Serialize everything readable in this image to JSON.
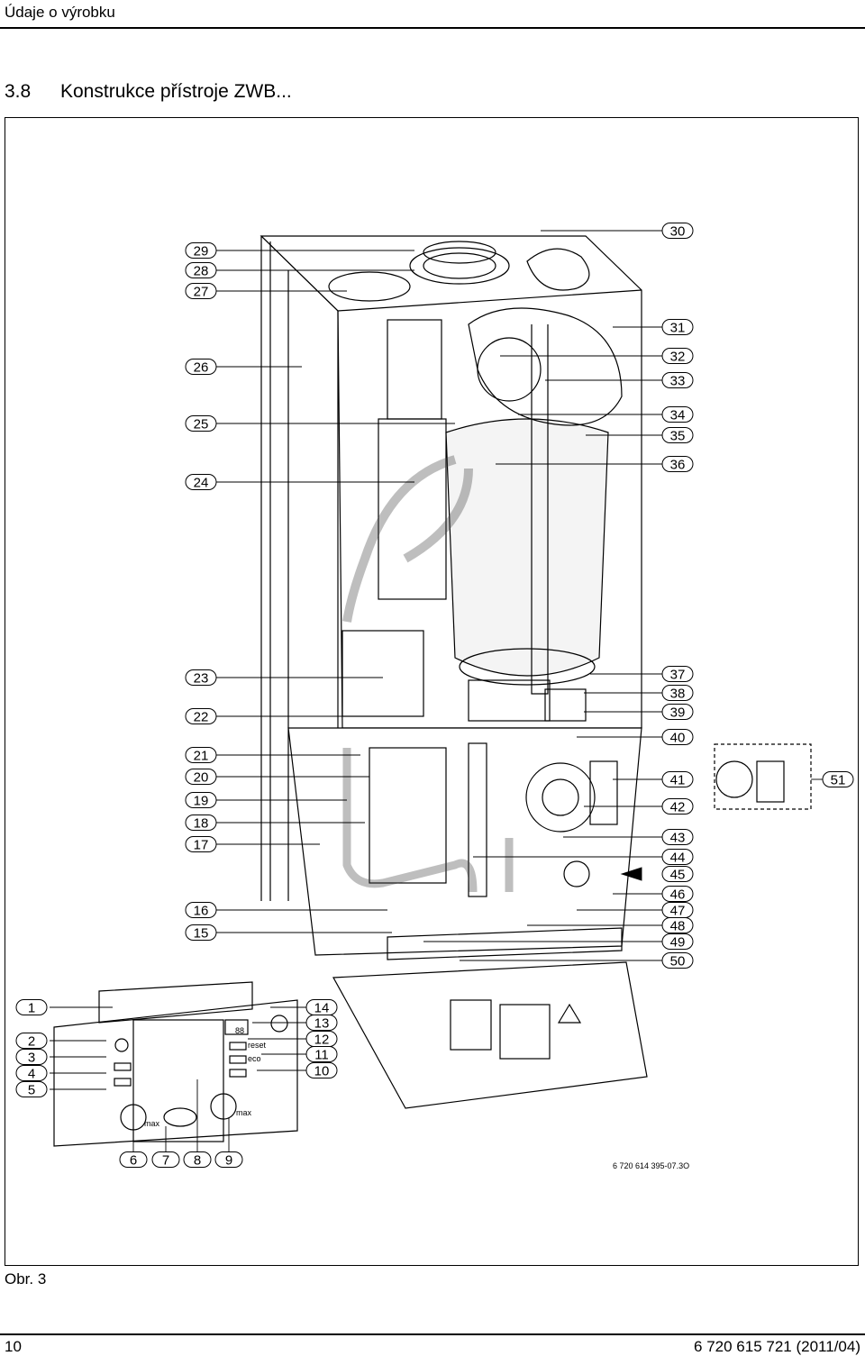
{
  "header": {
    "title": "Údaje o výrobku"
  },
  "section": {
    "number": "3.8",
    "title": "Konstrukce přístroje ZWB..."
  },
  "figure": {
    "caption": "Obr. 3",
    "image_code": "6 720 614 395-07.3O",
    "callouts_left": [
      "29",
      "28",
      "27",
      "26",
      "25",
      "24",
      "23",
      "22",
      "21",
      "20",
      "19",
      "18",
      "17",
      "16",
      "15"
    ],
    "callouts_right": [
      "30",
      "31",
      "32",
      "33",
      "34",
      "35",
      "36",
      "37",
      "38",
      "39",
      "40",
      "41",
      "42",
      "43",
      "44",
      "45",
      "46",
      "47",
      "48",
      "49",
      "50"
    ],
    "callout_detail": "51",
    "callouts_panel_left": [
      "1",
      "2",
      "3",
      "4",
      "5"
    ],
    "callouts_panel_right": [
      "14",
      "13",
      "12",
      "11",
      "10"
    ],
    "callouts_bottom": [
      "6",
      "7",
      "8",
      "9"
    ],
    "panel_labels": {
      "reset": "reset",
      "eco": "eco",
      "max1": "max",
      "max2": "max",
      "display": "88"
    }
  },
  "footer": {
    "page_number": "10",
    "document_code": "6 720 615 721 (2011/04)"
  }
}
